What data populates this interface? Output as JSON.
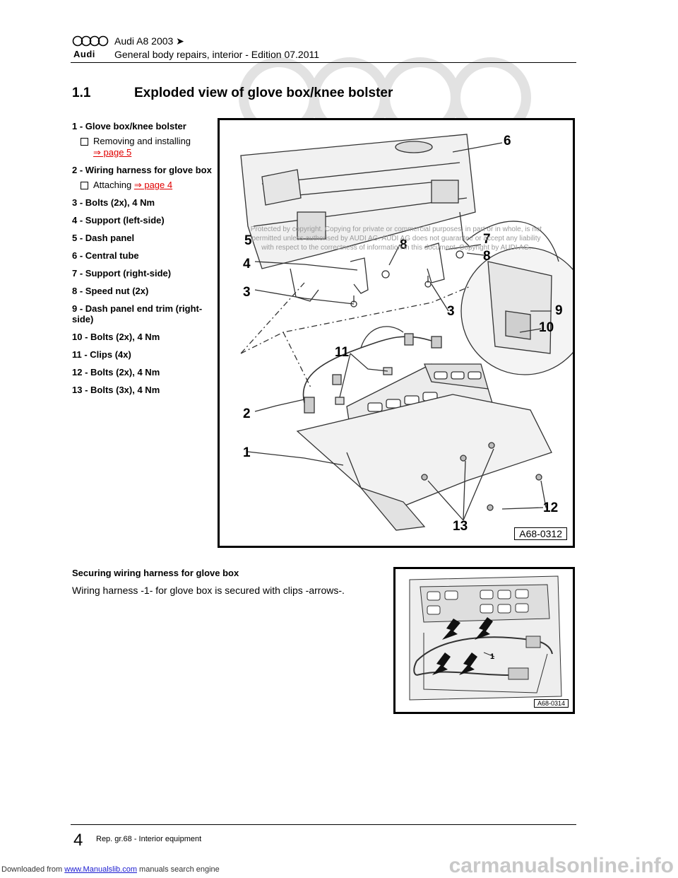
{
  "header": {
    "brand": "Audi",
    "model_line": "Audi A8 2003 ➤",
    "manual_line": "General body repairs, interior - Edition 07.2011"
  },
  "section": {
    "number": "1.1",
    "title": "Exploded view of glove box/knee bolster"
  },
  "legend": {
    "item1": "1 - Glove box/knee bolster",
    "item1_sub_text": "Removing and installing",
    "item1_sub_link": "⇒ page 5",
    "item2": "2 - Wiring harness for glove box",
    "item2_sub_text": "Attaching",
    "item2_sub_link": "⇒ page 4",
    "item3": "3 - Bolts (2x), 4 Nm",
    "item4": "4 - Support (left-side)",
    "item5": "5 - Dash panel",
    "item6": "6 - Central tube",
    "item7": "7 - Support (right-side)",
    "item8": "8 - Speed nut (2x)",
    "item9": "9 - Dash panel end trim (right-side)",
    "item10": "10 - Bolts (2x), 4 Nm",
    "item11": "11 - Clips (4x)",
    "item12": "12 - Bolts (2x), 4 Nm",
    "item13": "13 - Bolts (3x), 4 Nm"
  },
  "figure1": {
    "id": "A68-0312",
    "callouts": {
      "c1": "1",
      "c2": "2",
      "c3a": "3",
      "c3b": "3",
      "c4": "4",
      "c5": "5",
      "c6": "6",
      "c7": "7",
      "c8a": "8",
      "c8b": "8",
      "c9": "9",
      "c10": "10",
      "c11": "11",
      "c12": "12",
      "c13": "13"
    },
    "copyright_line1": "Protected by copyright. Copying for private or commercial purposes, in part or in whole, is not",
    "copyright_line2": "permitted unless authorised by AUDI AG. AUDI AG does not guarantee or accept any liability",
    "copyright_line3": "with respect to the correctness of information in this document. Copyright by AUDI AG."
  },
  "subsection": {
    "title": "Securing wiring harness for glove box",
    "text": "Wiring harness -1- for glove box is secured with clips -arrows-."
  },
  "figure2": {
    "id": "A68-0314",
    "callout": "1"
  },
  "footer": {
    "page_number": "4",
    "text": "Rep. gr.68 - Interior equipment"
  },
  "download": {
    "prefix": "Downloaded from",
    "link": "www.Manualslib.com",
    "suffix": "manuals search engine"
  },
  "site_mark": "carmanualsonline.info",
  "colors": {
    "link": "#e00000",
    "download_link": "#1a1ad0",
    "watermark": "#c8c8c8"
  }
}
